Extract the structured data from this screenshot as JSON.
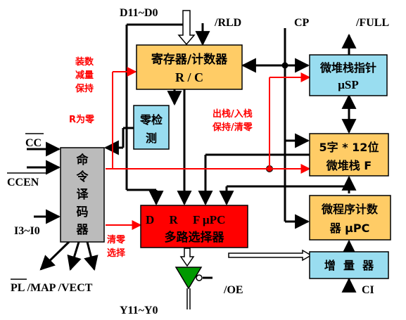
{
  "signals": {
    "data_in": "D11~D0",
    "rld": "/RLD",
    "cp": "CP",
    "full": "/FULL",
    "cc": "CC",
    "ccen": "CCEN",
    "instr": "I3~I0",
    "outputs": "PL /MAP /VECT",
    "oe": "/OE",
    "y_out": "Y11~Y0",
    "ci": "CI"
  },
  "blocks": {
    "register": {
      "line1": "寄存器/计数器",
      "line2": "R / C"
    },
    "zero": {
      "line1": "零检",
      "line2": "测"
    },
    "decoder": {
      "chars": [
        "命",
        "令",
        "译",
        "码",
        "器"
      ]
    },
    "sp": {
      "line1": "微堆栈指针",
      "line2": "μSP"
    },
    "stack": {
      "line1": "5字 * 12位",
      "line2": "微堆栈 F"
    },
    "upc": {
      "line1": "微程序计数",
      "line2": "器  μPC"
    },
    "mux": {
      "line1": "D     R     F μPC",
      "line2": "多路选择器"
    },
    "incr": {
      "label": "增  量  器"
    }
  },
  "annotations": {
    "load_hold": [
      "装数",
      "减量",
      "保持"
    ],
    "r_zero": "R为零",
    "push_pop": [
      "出栈/入栈",
      "保持/清零"
    ],
    "clear_select": [
      "清零",
      "选择"
    ]
  },
  "colors": {
    "orange_block": "#FFCC66",
    "cyan_block": "#99DDF0",
    "red_block": "#FF0000",
    "gray_block": "#BBBBBB",
    "red_signal": "#FF0000",
    "buffer_green": "#009900",
    "line": "#000000"
  }
}
